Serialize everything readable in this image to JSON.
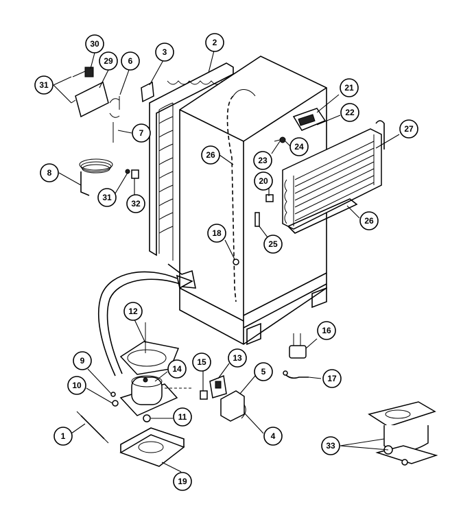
{
  "diagram": {
    "callouts": [
      {
        "id": "c30",
        "label": "30"
      },
      {
        "id": "c29",
        "label": "29"
      },
      {
        "id": "c6",
        "label": "6"
      },
      {
        "id": "c3",
        "label": "3"
      },
      {
        "id": "c2",
        "label": "2"
      },
      {
        "id": "c31a",
        "label": "31"
      },
      {
        "id": "c7",
        "label": "7"
      },
      {
        "id": "c8",
        "label": "8"
      },
      {
        "id": "c31b",
        "label": "31"
      },
      {
        "id": "c32",
        "label": "32"
      },
      {
        "id": "c26a",
        "label": "26"
      },
      {
        "id": "c21",
        "label": "21"
      },
      {
        "id": "c22",
        "label": "22"
      },
      {
        "id": "c27",
        "label": "27"
      },
      {
        "id": "c23",
        "label": "23"
      },
      {
        "id": "c24",
        "label": "24"
      },
      {
        "id": "c20",
        "label": "20"
      },
      {
        "id": "c26b",
        "label": "26"
      },
      {
        "id": "c25",
        "label": "25"
      },
      {
        "id": "c18",
        "label": "18"
      },
      {
        "id": "c12",
        "label": "12"
      },
      {
        "id": "c16",
        "label": "16"
      },
      {
        "id": "c9",
        "label": "9"
      },
      {
        "id": "c14",
        "label": "14"
      },
      {
        "id": "c15",
        "label": "15"
      },
      {
        "id": "c13",
        "label": "13"
      },
      {
        "id": "c5",
        "label": "5"
      },
      {
        "id": "c17",
        "label": "17"
      },
      {
        "id": "c10",
        "label": "10"
      },
      {
        "id": "c11",
        "label": "11"
      },
      {
        "id": "c1",
        "label": "1"
      },
      {
        "id": "c4",
        "label": "4"
      },
      {
        "id": "c33",
        "label": "33"
      },
      {
        "id": "c19",
        "label": "19"
      }
    ]
  }
}
